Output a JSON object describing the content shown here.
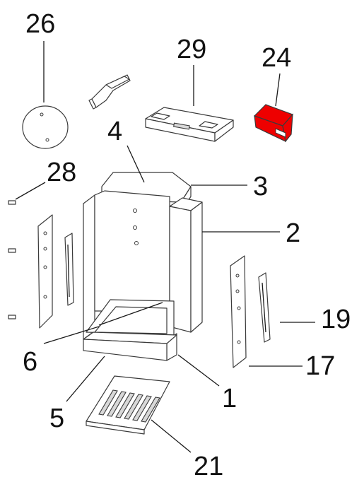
{
  "highlight_color": "#ee0000",
  "callouts": {
    "c26": "26",
    "c29": "29",
    "c24": "24",
    "c4": "4",
    "c28": "28",
    "c3": "3",
    "c2": "2",
    "c19": "19",
    "c6": "6",
    "c17": "17",
    "c1": "1",
    "c5": "5",
    "c21": "21"
  }
}
